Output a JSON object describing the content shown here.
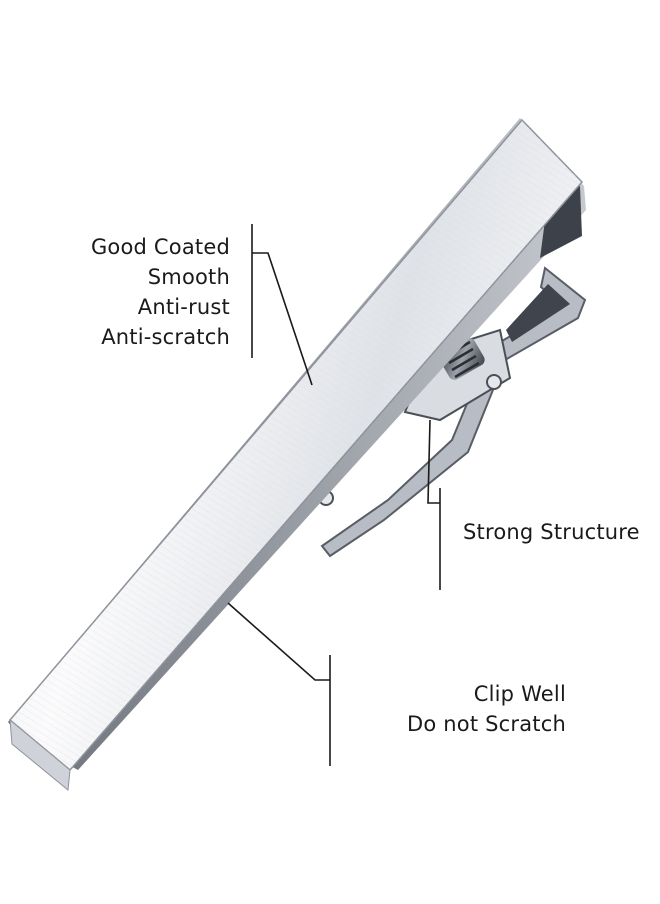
{
  "callouts": {
    "finish": {
      "lines": [
        "Good Coated",
        "Smooth",
        "Anti-rust",
        "Anti-scratch"
      ]
    },
    "structure": {
      "lines": [
        "Strong Structure"
      ]
    },
    "clip": {
      "lines": [
        "Clip Well",
        "Do not Scratch"
      ]
    }
  },
  "colors": {
    "background": "#ffffff",
    "text": "#1a1a1a",
    "callout_line": "#1a1a1a",
    "metal_light": "#f2f3f6",
    "metal_mid": "#c9ccd3",
    "metal_dark": "#5d626c"
  }
}
